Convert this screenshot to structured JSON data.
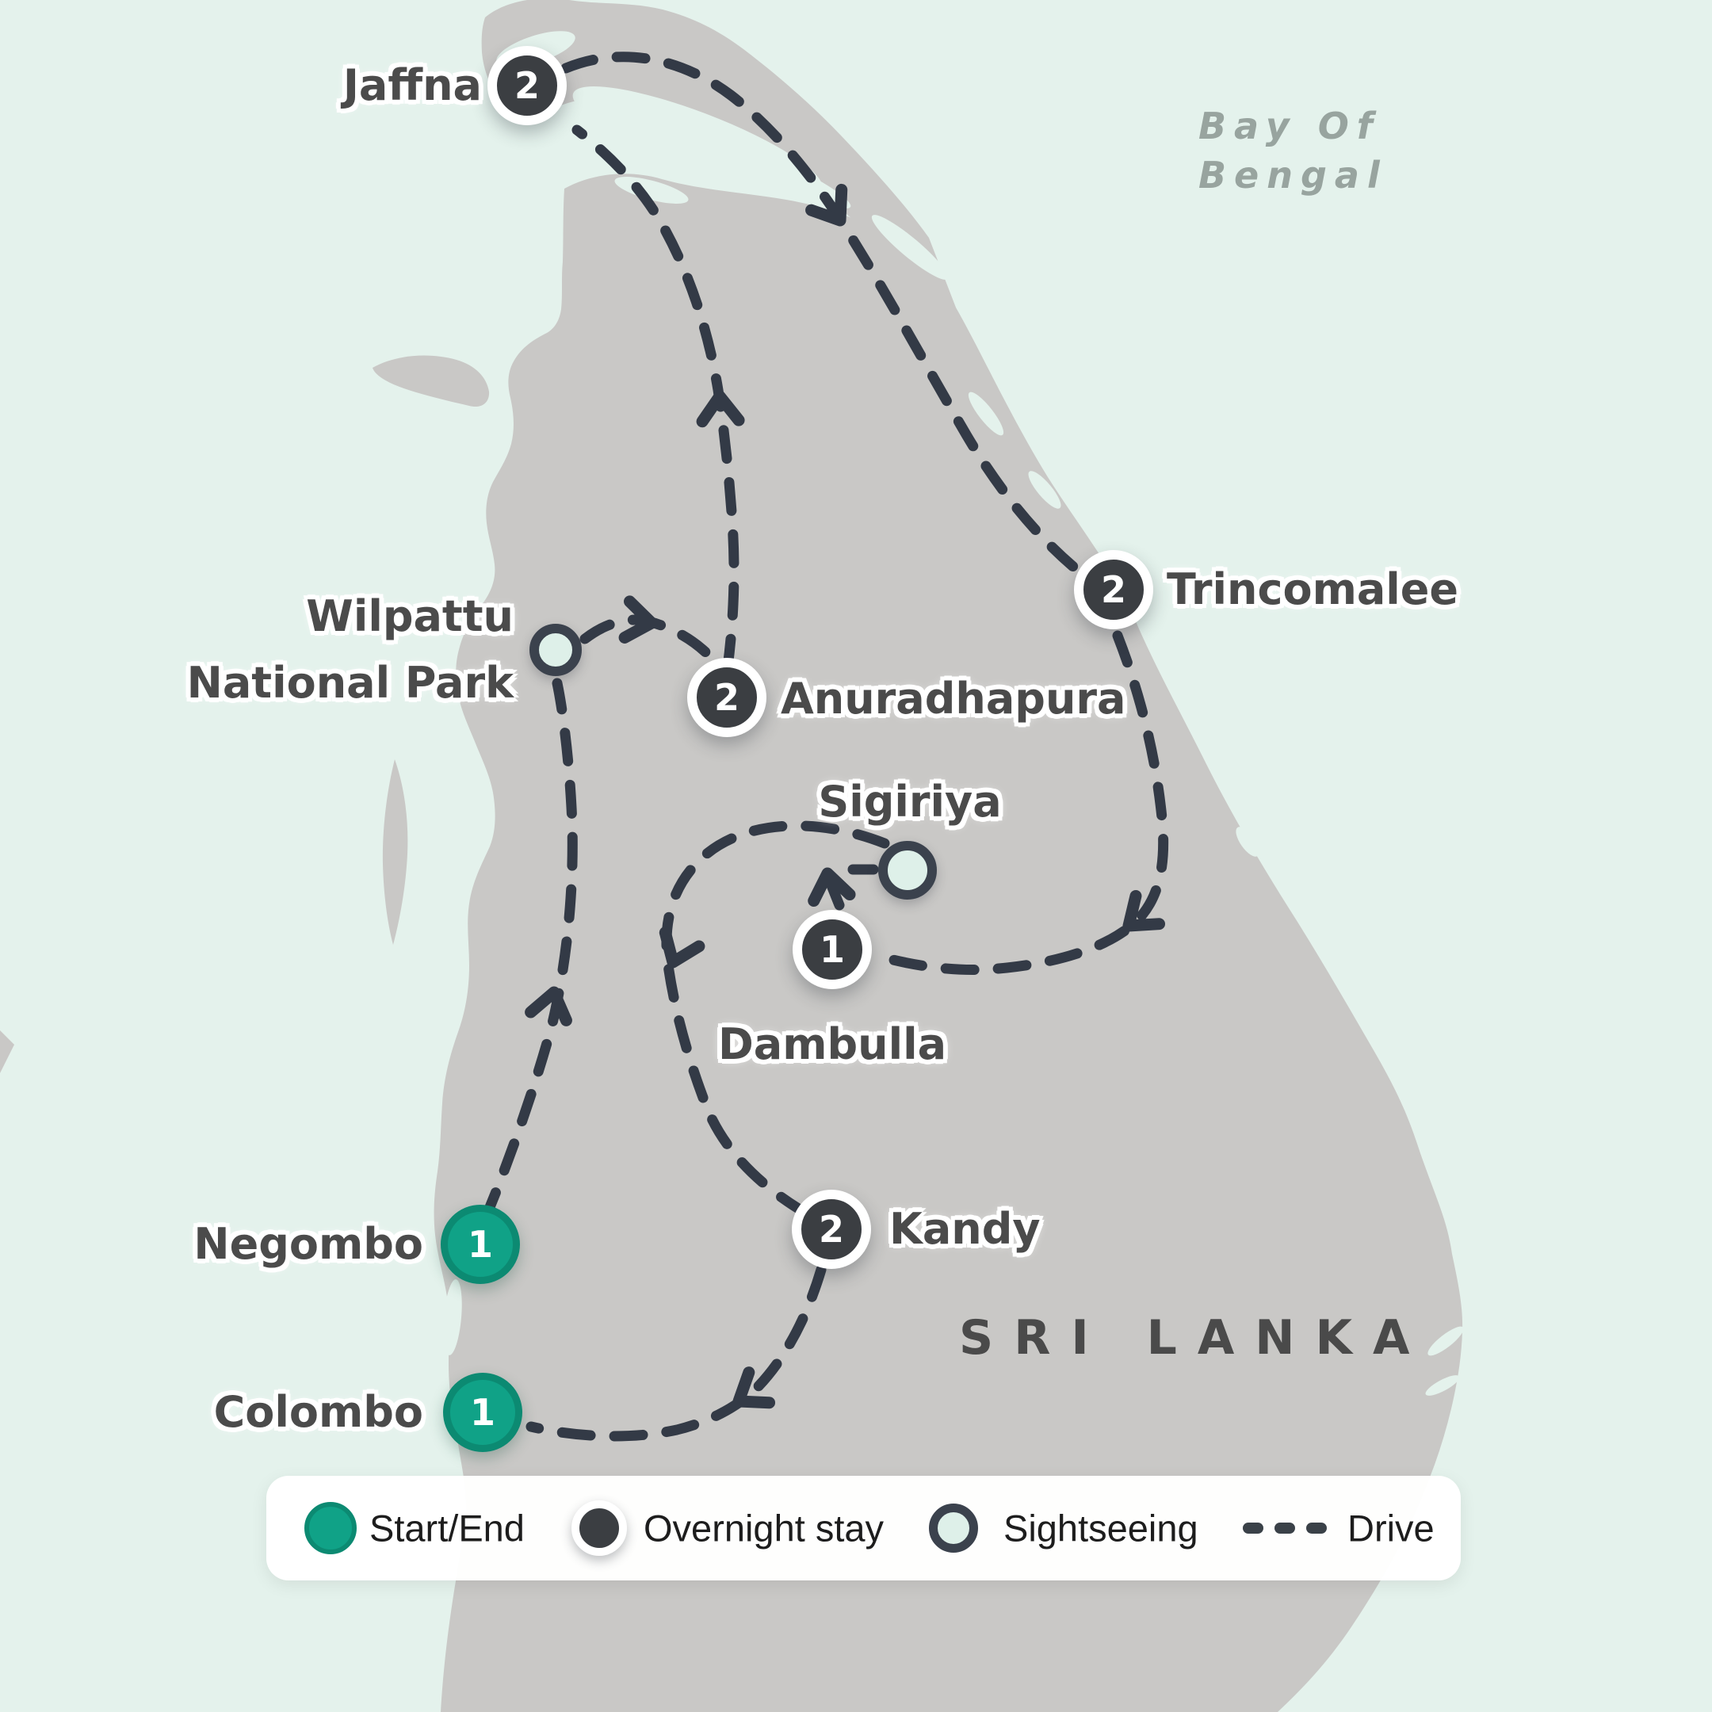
{
  "map": {
    "country_label": "SRI LANKA",
    "water_label": [
      "Bay Of",
      "Bengal"
    ]
  },
  "stops": [
    {
      "name": "Jaffna",
      "nights": "2",
      "type": "overnight"
    },
    {
      "name": "Anuradhapura",
      "nights": "2",
      "type": "overnight"
    },
    {
      "name": "Trincomalee",
      "nights": "2",
      "type": "overnight"
    },
    {
      "name": "Dambulla",
      "nights": "1",
      "type": "overnight"
    },
    {
      "name": "Kandy",
      "nights": "2",
      "type": "overnight"
    },
    {
      "name": "Negombo",
      "nights": "1",
      "type": "start-end"
    },
    {
      "name": "Colombo",
      "nights": "1",
      "type": "start-end"
    },
    {
      "name": "Wilpattu National Park",
      "name_lines": [
        "Wilpattu",
        "National Park"
      ],
      "type": "sightseeing"
    },
    {
      "name": "Sigiriya",
      "type": "sightseeing"
    }
  ],
  "legend": {
    "start_end": "Start/End",
    "overnight": "Overnight stay",
    "sightseeing": "Sightseeing",
    "drive": "Drive"
  },
  "colors": {
    "ocean": "#e4f2ec",
    "land": "#c9c8c6",
    "route": "#333a46",
    "overnight_marker": "#3b3e42",
    "start_end_marker": "#10a287",
    "sightseeing_fill": "#def0e9",
    "label_text": "#4b4b4b"
  }
}
